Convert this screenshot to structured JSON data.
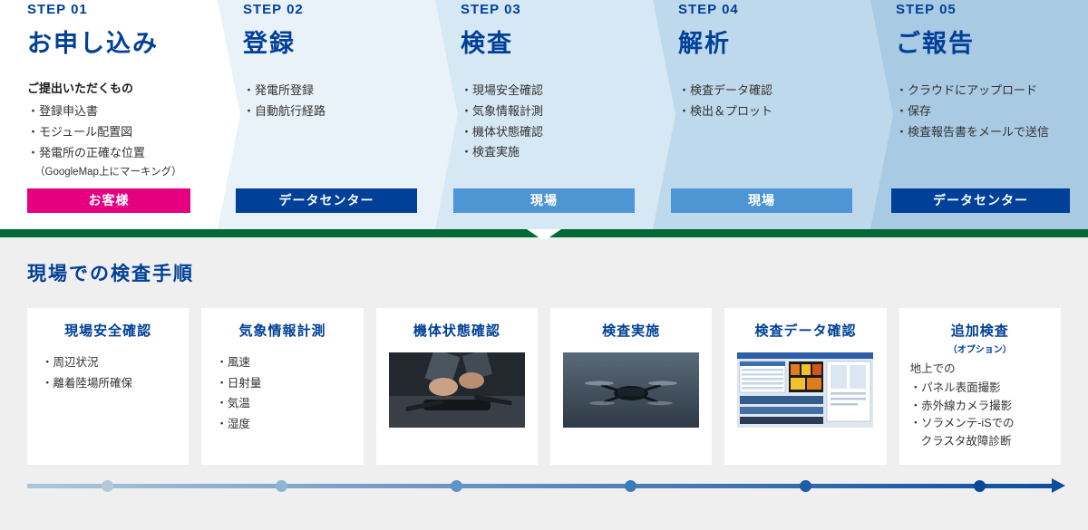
{
  "colors": {
    "heading_blue": "#004098",
    "badge_magenta": "#e4007f",
    "badge_dark_blue": "#004098",
    "badge_mid_blue": "#4e95d4",
    "divider_green": "#006937",
    "band_step2": "#e9f2f9",
    "band_step3": "#d6e8f4",
    "band_step4": "#bfd9ec",
    "band_step5": "#a8cae3",
    "section_background": "#efefef",
    "timeline_dots": [
      "#b5c9d8",
      "#8fb5d4",
      "#5e96c8",
      "#3b7cba",
      "#1b5da9",
      "#0c4897"
    ]
  },
  "steps": [
    {
      "step_label": "STEP 01",
      "title": "お申し込み",
      "subtitle": "ご提出いただくもの",
      "items": [
        "・登録申込書",
        "・モジュール配置図",
        "・発電所の正確な位置",
        "（GoogleMap上にマーキング）"
      ],
      "badge": "お客様"
    },
    {
      "step_label": "STEP 02",
      "title": "登録",
      "items": [
        "・発電所登録",
        "・自動航行経路"
      ],
      "badge": "データセンター"
    },
    {
      "step_label": "STEP 03",
      "title": "検査",
      "items": [
        "・現場安全確認",
        "・気象情報計測",
        "・機体状態確認",
        "・検査実施"
      ],
      "badge": "現場"
    },
    {
      "step_label": "STEP 04",
      "title": "解析",
      "items": [
        "・検査データ確認",
        "・検出＆プロット"
      ],
      "badge": "現場"
    },
    {
      "step_label": "STEP 05",
      "title": "ご報告",
      "items": [
        "・クラウドにアップロード",
        "・保存",
        "・検査報告書をメールで送信"
      ],
      "badge": "データセンター"
    }
  ],
  "site_section": {
    "title": "現場での検査手順",
    "cards": [
      {
        "title": "現場安全確認",
        "items": [
          "・周辺状況",
          "・離着陸場所確保"
        ]
      },
      {
        "title": "気象情報計測",
        "items": [
          "・風速",
          "・日射量",
          "・気温",
          "・湿度"
        ]
      },
      {
        "title": "機体状態確認",
        "image": "drone-maintenance-photo"
      },
      {
        "title": "検査実施",
        "image": "flying-drone-photo"
      },
      {
        "title": "検査データ確認",
        "image": "inspection-software-screenshot"
      },
      {
        "title": "追加検査",
        "subtitle": "（オプション）",
        "lead": "地上での",
        "items": [
          "・パネル表面撮影",
          "・赤外線カメラ撮影",
          "・ソラメンテ-iSでの",
          "クラスタ故障診断"
        ]
      }
    ]
  }
}
